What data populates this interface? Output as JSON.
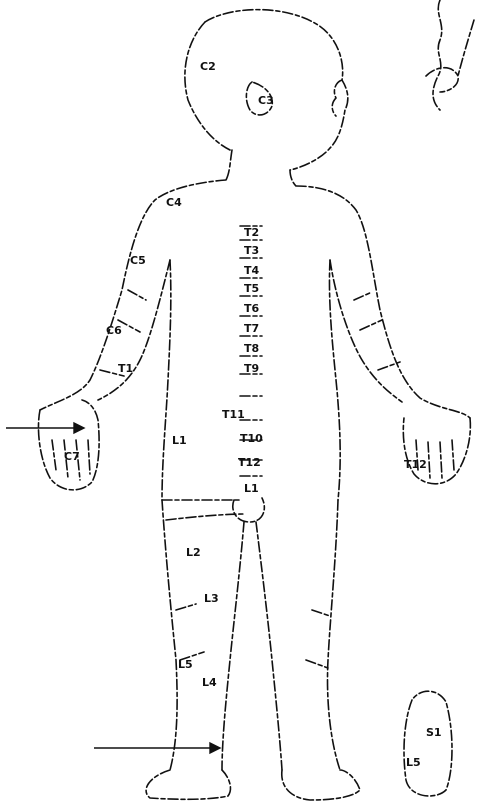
{
  "colors": {
    "outline": "#111111",
    "background": "#ffffff",
    "arrow": "#111111"
  },
  "labels": {
    "c2": "C2",
    "c3": "C3",
    "c4": "C4",
    "c5": "C5",
    "c6": "C6",
    "c7": "C7",
    "t1": "T1",
    "t2": "T2",
    "t3": "T3",
    "t4": "T4",
    "t5": "T5",
    "t6": "T6",
    "t7": "T7",
    "t8": "T8",
    "t9": "T9",
    "t10": "T10",
    "t11": "T11",
    "t12": "T12",
    "t12_side": "T12",
    "l1": "L1",
    "l1_groin": "L1",
    "l2": "L2",
    "l3": "L3",
    "l4": "L4",
    "l5": "L5",
    "l5_foot": "L5",
    "s1": "S1"
  },
  "arrows": [
    {
      "name": "hand-arrow",
      "points_to": "left-hand"
    },
    {
      "name": "foot-arrow",
      "points_to": "right-foot"
    }
  ]
}
